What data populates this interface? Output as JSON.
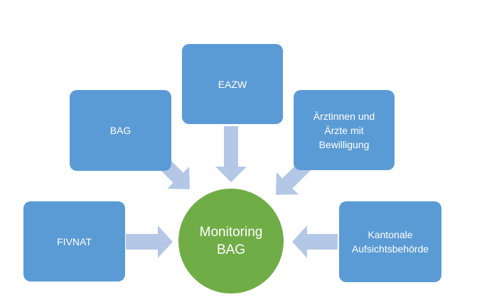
{
  "diagram": {
    "center": {
      "label": "Monitoring\nBAG",
      "color": "#70ad47"
    },
    "sources": [
      {
        "id": "fivnat",
        "label": "FIVNAT"
      },
      {
        "id": "bag",
        "label": "BAG"
      },
      {
        "id": "eazw",
        "label": "EAZW"
      },
      {
        "id": "aerzte",
        "label": "Ärztinnen und\nÄrzte mit\nBewilligung"
      },
      {
        "id": "kantonale",
        "label": "Kantonale\nAufsichtsbehörde"
      }
    ],
    "box_color": "#5b9bd5",
    "arrow_color": "#b4c7e7"
  }
}
